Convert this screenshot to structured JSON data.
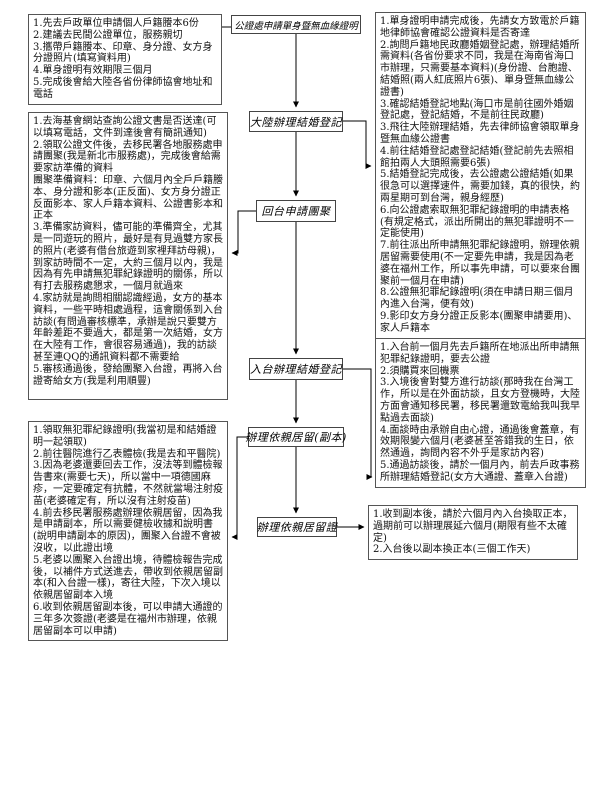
{
  "flowchart": {
    "nodes": [
      {
        "label": "公證處申請單身暨無血緣證明"
      },
      {
        "label": "大陸辦理結婚登記"
      },
      {
        "label": "回台申請團聚"
      },
      {
        "label": "入台辦理結婚登記"
      },
      {
        "label": "辦理依親居留(副本)"
      },
      {
        "label": "辦理依親居留證"
      }
    ],
    "left_boxes": [
      {
        "items": [
          "1.先去戶政單位申請個人戶籍謄本6份",
          "2.建議去民間公證單位，服務親切",
          "3.攜帶戶籍謄本、印章、身分證、女方身分證照片(填寫資料用)",
          "4.單身證明有效期限三個月",
          "5.完成後會給大陸各省份律師協會地址和電話"
        ]
      },
      {
        "items": [
          "1.去海基會網站查詢公證文書是否送達(可以填寫電話，文件到達後會有簡訊通知)",
          "2.領取公證文件後，去移民署各地服務處申請團聚(我是新北市服務處)，完成後會給需要家訪準備的資料",
          "團聚準備資料：印章、六個月內全戶戶籍謄本、身分證和影本(正反面)、女方身分證正反面影本、家人戶籍本資料、公證書影本和正本",
          "3.準備家訪資料，儘可能的準備齊全，尤其是一同遊玩的照片，最好是有見過雙方家長的照片(老婆有借台旅遊到家裡拜訪母親)，到家訪時間不一定，大約三個月以內，我是因為有先申請無犯罪紀錄證明的關係，所以有打去服務處懇求，一個月就過來",
          "4.家訪就是詢問相關認識經過，女方的基本資料，一些平時相處過程，這會關係到入台訪談(有問過審核標準，承辦是說只要雙方年齡差距不要過大，都是第一次結婚，女方在大陸有工作，會很容易通過)，我的訪談甚至連QQ的通訊資料都不需要給",
          "5.審核通過後，發給團聚入台證，再將入台證寄給女方(我是利用順豐)"
        ]
      },
      {
        "items": [
          "1.領取無犯罪紀錄證明(我當初是和結婚證明一起領取)",
          "2.前往醫院進行乙表體檢(我是去和平醫院)",
          "3.因為老婆還要回去工作，沒法等到體檢報告書來(需要七天)，所以當中一項德國麻疹，一定要確定有抗體，不然就當場注射疫苗(老婆確定有，所以沒有注射疫苗)",
          "4.前去移民署服務處辦理依親居留，因為我是申請副本，所以需要健檢收據和說明書(說明申請副本的原因)，團聚入台證不會被沒收，以此證出境",
          "5.老婆以團聚入台證出境，待體檢報告完成後，以補件方式送進去，帶收到依親居留副本(和入台證一樣)，寄往大陸，下次入境以依親居留副本入境",
          "6.收到依親居留副本後，可以申請大通證的三年多次簽證(老婆是在福州市辦理，依親居留副本可以申請)"
        ]
      }
    ],
    "right_boxes": [
      {
        "items": [
          "1.單身證明申請完成後，先請女方致電於戶籍地律師協會確認公證資料是否寄達",
          "2.詢問戶籍地民政廳婚姻登記處，辦理結婚所需資料(各省份要求不同，我是在海南省海口市辦理，只需要基本資料)(身份證、台胞證、結婚照(兩人紅底照片6張)、單身暨無血緣公證書)",
          "3.確認結婚登記地點(海口市是前往國外婚姻登記處，登記結婚，不是前往民政廳)",
          "3.飛往大陸辦理結婚，先去律師協會領取單身暨無血緣公證書",
          "4.前往結婚登記處登記結婚(登記前先去照相館拍兩人大頭照需要6張)",
          "5.結婚登記完成後，去公證處公證結婚(如果很急可以選擇速件，需要加錢，真的很快，約兩星期可到台灣，親身經歷)",
          "6.向公證處索取無犯罪紀錄證明的申請表格(有規定格式，派出所開出的無犯罪證明不一定能使用)",
          "7.前往派出所申請無犯罪紀錄證明，辦理依親居留需要使用(不一定要先申請，我是因為老婆在福州工作，所以事先申請，可以要來台團聚前一個月在申請)",
          "8.公證無犯罪紀錄證明(須在申請日期三個月內進入台灣，便有效)",
          "9.影印女方身分證正反影本(團聚申請要用)、家人戶籍本"
        ]
      },
      {
        "items": [
          "1.入台前一個月先去戶籍所在地派出所申請無犯罪紀錄證明，要去公證",
          "2.須購買來回機票",
          "3.入境後會對雙方進行訪談(那時我在台灣工作，所以是在外面訪談，且女方登機時，大陸方面會通知移民署，移民署還致電給我叫我早點過去面談)",
          "4.面談時由承辦自由心證，通過後會蓋章，有效期限變六個月(老婆甚至答錯我的生日，依然通過，詢問內容不外乎是家訪內容)",
          "5.通過訪談後，請於一個月內，前去戶政事務所辦理結婚登記(女方大通證、蓋章入台證)"
        ]
      },
      {
        "items": [
          "1.收到副本後，請於六個月內入台換取正本，過期前可以辦理展延六個月(期限有些不太確定)",
          "2.入台後以副本換正本(三個工作天)"
        ]
      }
    ]
  }
}
